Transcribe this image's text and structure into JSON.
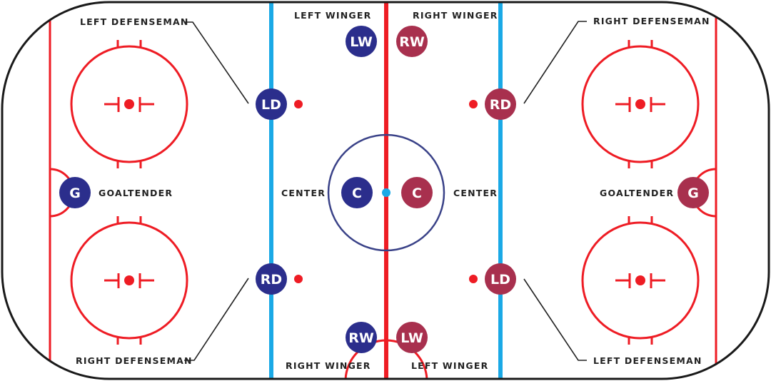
{
  "colors": {
    "home": "#2b2e8c",
    "away": "#a8304e",
    "red_line": "#ee1c24",
    "blue_line": "#1aa9e6",
    "center_circle": "#3a4288",
    "board": "#1a1a1a",
    "label": "#222222"
  },
  "labels": {
    "top_left_defenseman": "LEFT DEFENSEMAN",
    "top_right_defenseman": "RIGHT DEFENSEMAN",
    "bottom_left_defenseman": "RIGHT DEFENSEMAN",
    "bottom_right_defenseman": "LEFT DEFENSEMAN",
    "top_left_winger": "LEFT WINGER",
    "top_right_winger": "RIGHT WINGER",
    "bottom_left_winger": "RIGHT WINGER",
    "bottom_right_winger": "LEFT WINGER",
    "left_center": "CENTER",
    "right_center": "CENTER",
    "left_goaltender": "GOALTENDER",
    "right_goaltender": "GOALTENDER"
  },
  "players": {
    "home": {
      "lw": "LW",
      "rw": "RW",
      "ld": "LD",
      "rd": "RD",
      "c": "C",
      "g": "G"
    },
    "away": {
      "lw": "LW",
      "rw": "RW",
      "ld": "LD",
      "rd": "RD",
      "c": "C",
      "g": "G"
    }
  }
}
